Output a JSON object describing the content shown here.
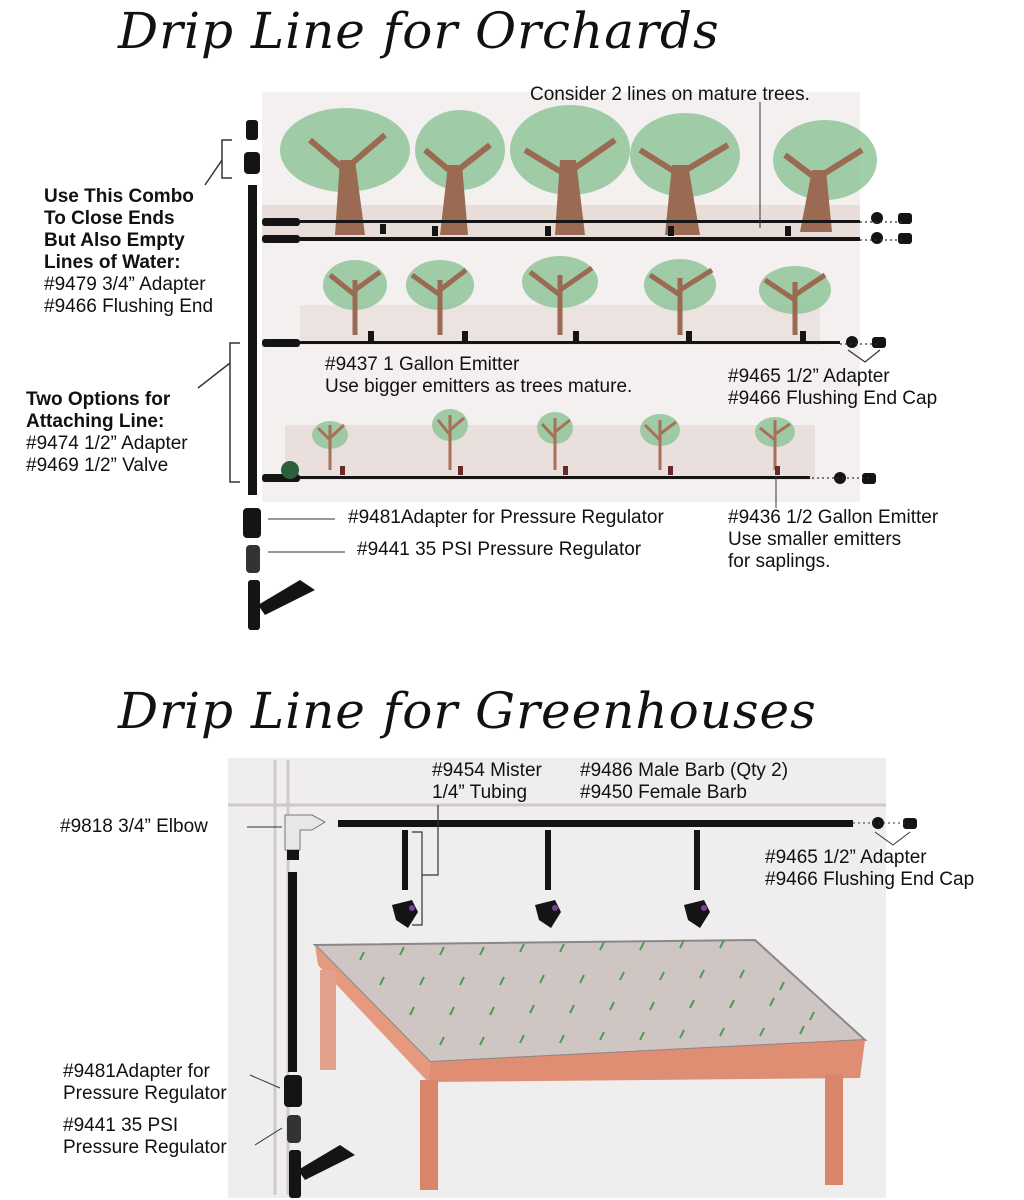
{
  "orchard": {
    "title": "Drip Line for Orchards",
    "consider": "Consider 2 lines on mature trees.",
    "combo_heading": [
      "Use This Combo",
      "To Close Ends",
      "But Also Empty",
      "Lines of Water:"
    ],
    "combo_parts": [
      "#9479 3/4” Adapter",
      "#9466 Flushing End"
    ],
    "attach_heading": [
      "Two Options for",
      "Attaching Line:"
    ],
    "attach_parts": [
      "#9474 1/2” Adapter",
      "#9469 1/2” Valve"
    ],
    "emitter_1gal": [
      "#9437 1 Gallon Emitter",
      "Use bigger emitters as trees mature."
    ],
    "adapter_cap": [
      "#9465 1/2” Adapter",
      "#9466 Flushing End Cap"
    ],
    "adapter_pr": "#9481Adapter for Pressure Regulator",
    "regulator": "#9441 35 PSI Pressure Regulator",
    "emitter_half": [
      "#9436 1/2 Gallon Emitter",
      "Use smaller emitters",
      "for saplings."
    ]
  },
  "greenhouse": {
    "title": "Drip Line for Greenhouses",
    "mister": [
      "#9454 Mister",
      "1/4” Tubing"
    ],
    "barbs": [
      "#9486 Male Barb (Qty 2)",
      "#9450 Female Barb"
    ],
    "elbow": "#9818  3/4” Elbow",
    "adapter_cap": [
      "#9465 1/2” Adapter",
      "#9466 Flushing End Cap"
    ],
    "adapter_pr": [
      "#9481Adapter for",
      "Pressure Regulator"
    ],
    "regulator": [
      "#9441 35 PSI",
      "Pressure Regulator"
    ]
  },
  "colors": {
    "trunk": "#9a6a52",
    "foliage": "#7fb88a",
    "tubing": "#141414",
    "table": "#d98a70",
    "plants": "#4f9a55"
  }
}
